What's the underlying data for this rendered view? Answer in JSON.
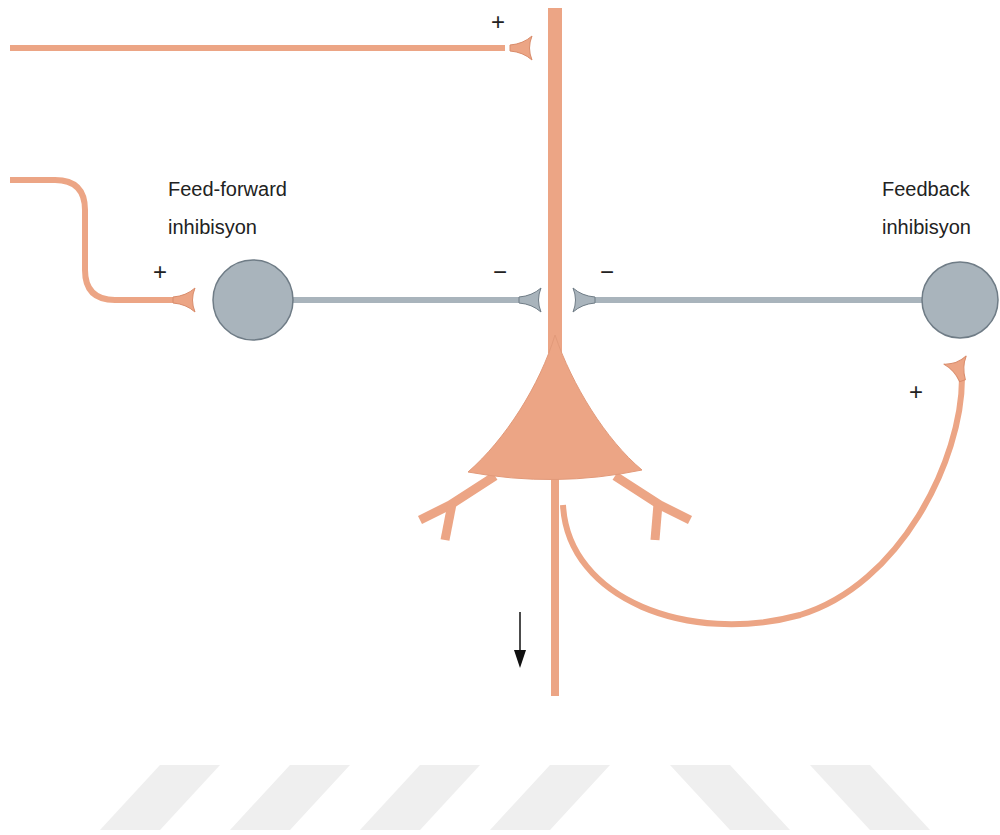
{
  "diagram": {
    "nodes": [
      {
        "text": [
          "Feed-forward inhibisyon"
        ]
      },
      {
        "text": [
          "Feedback inhibisyon"
        ]
      }
    ],
    "labels": [
      "+",
      "+",
      "−",
      "−",
      "+"
    ]
  }
}
